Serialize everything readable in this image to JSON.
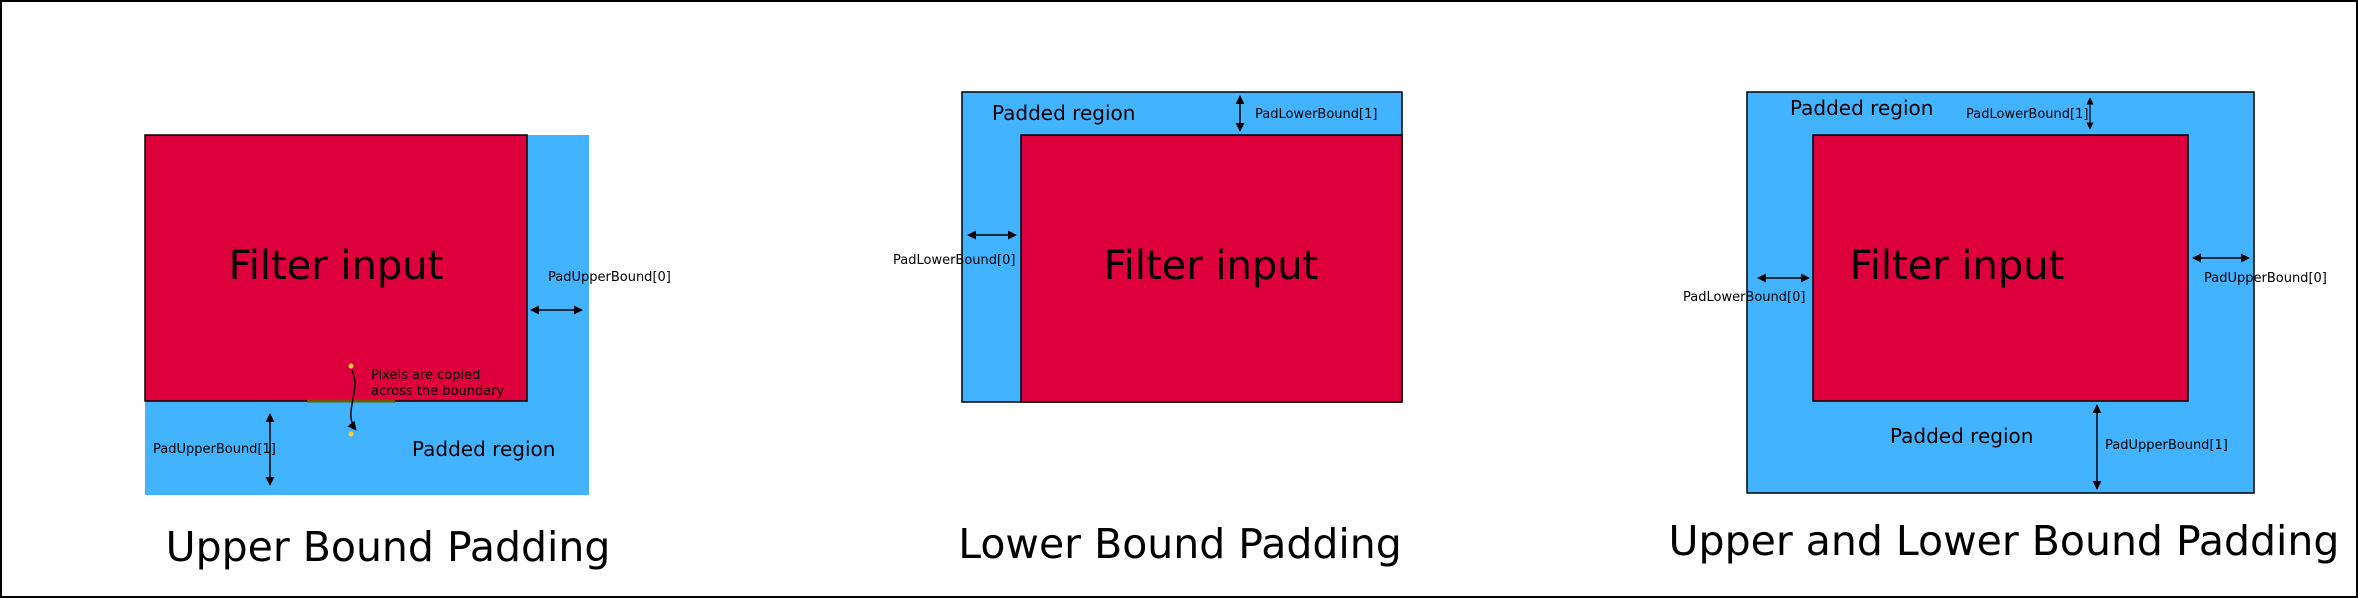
{
  "colors": {
    "filter_input": "#de003c",
    "padded_region": "#41b3ff",
    "border": "#000000",
    "copy_dot": "#ffcc33",
    "boundary_line": "#6b5a00"
  },
  "panels": [
    {
      "title": "Upper Bound Padding",
      "filter_label": "Filter input",
      "padded_label": "Padded region",
      "labels": {
        "pad_upper_0": "PadUpperBound[0]",
        "pad_upper_1": "PadUpperBound[1]",
        "copy_note_line1": "Pixels are copied",
        "copy_note_line2": "across the boundary"
      }
    },
    {
      "title": "Lower Bound Padding",
      "filter_label": "Filter input",
      "padded_label": "Padded region",
      "labels": {
        "pad_lower_1": "PadLowerBound[1]",
        "pad_lower_0": "PadLowerBound[0]"
      }
    },
    {
      "title": "Upper and Lower Bound Padding",
      "filter_label": "Filter input",
      "padded_label_top": "Padded region",
      "padded_label_bottom": "Padded region",
      "labels": {
        "pad_lower_1": "PadLowerBound[1]",
        "pad_lower_0": "PadLowerBound[0]",
        "pad_upper_0": "PadUpperBound[0]",
        "pad_upper_1": "PadUpperBound[1]"
      }
    }
  ]
}
